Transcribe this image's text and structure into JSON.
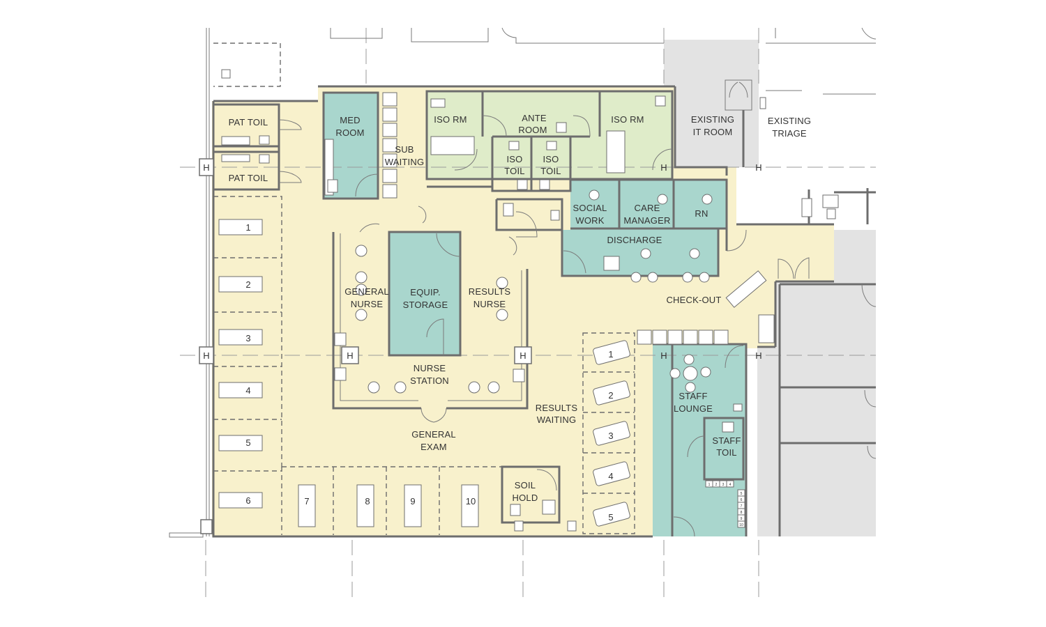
{
  "colors": {
    "general_zone": "#f8f1cc",
    "isolation_zone": "#dfecc9",
    "support_zone": "#a9d6cd",
    "existing_zone": "#e3e3e3",
    "wall": "#6d6d6d",
    "text": "#333333"
  },
  "rooms": {
    "pat_toil_upper": "PAT TOIL",
    "pat_toil_lower": "PAT TOIL",
    "med_room": [
      "MED",
      "ROOM"
    ],
    "sub_waiting": [
      "SUB",
      "WAITING"
    ],
    "iso_rm_left": "ISO RM",
    "ante_room": [
      "ANTE",
      "ROOM"
    ],
    "iso_rm_right": "ISO RM",
    "iso_toil_left": [
      "ISO",
      "TOIL"
    ],
    "iso_toil_right": [
      "ISO",
      "TOIL"
    ],
    "existing_it_room": [
      "EXISTING",
      "IT ROOM"
    ],
    "existing_triage": [
      "EXISTING",
      "TRIAGE"
    ],
    "social_work": [
      "SOCIAL",
      "WORK"
    ],
    "care_manager": [
      "CARE",
      "MANAGER"
    ],
    "rn": "RN",
    "discharge": "DISCHARGE",
    "general_nurse": [
      "GENERAL",
      "NURSE"
    ],
    "equip_storage": [
      "EQUIP.",
      "STORAGE"
    ],
    "results_nurse": [
      "RESULTS",
      "NURSE"
    ],
    "check_out": "CHECK-OUT",
    "nurse_station": [
      "NURSE",
      "STATION"
    ],
    "results_waiting": [
      "RESULTS",
      "WAITING"
    ],
    "general_exam": [
      "GENERAL",
      "EXAM"
    ],
    "staff_lounge": [
      "STAFF",
      "LOUNGE"
    ],
    "staff_toil": [
      "STAFF",
      "TOIL"
    ],
    "soil_hold": [
      "SOIL",
      "HOLD"
    ]
  },
  "exam_bays_left": [
    "1",
    "2",
    "3",
    "4",
    "5",
    "6"
  ],
  "exam_bays_bottom": [
    "7",
    "8",
    "9",
    "10"
  ],
  "results_chairs": [
    "1",
    "2",
    "3",
    "4",
    "5"
  ],
  "locker_row": [
    "1",
    "2",
    "3",
    "4"
  ],
  "locker_col": [
    "5",
    "6",
    "7",
    "8",
    "9",
    "10"
  ],
  "grid_marker": "H"
}
